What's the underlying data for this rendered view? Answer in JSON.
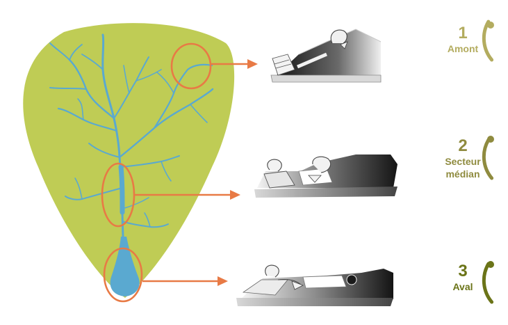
{
  "stages": [
    {
      "number": "1",
      "name_lines": [
        "Amont"
      ],
      "color": "#b3ac5f"
    },
    {
      "number": "2",
      "name_lines": [
        "Secteur",
        "médian"
      ],
      "color": "#8f8b3f"
    },
    {
      "number": "3",
      "name_lines": [
        "Aval"
      ],
      "color": "#6b7418"
    }
  ],
  "colors": {
    "basin": "#bfcc55",
    "river": "#5aa9d0",
    "highlight": "#e87a45",
    "profile_light": "#ececec",
    "profile_dark": "#1a1a1a"
  },
  "icons": [
    "watershed-map",
    "headwater-profile-icon",
    "middle-reach-profile-icon",
    "lower-reach-profile-icon"
  ]
}
